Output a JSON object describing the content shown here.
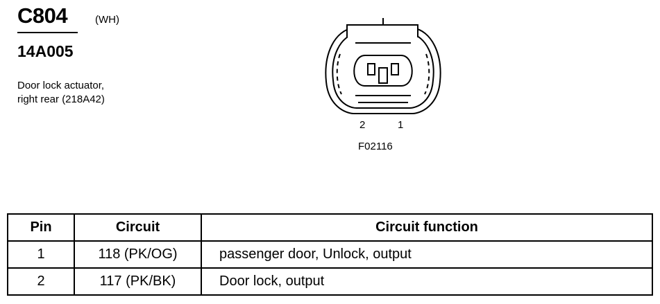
{
  "connector": {
    "id": "C804",
    "color": "(WH)",
    "part_number": "14A005",
    "description_lines": [
      "Door lock actuator,",
      "right rear (218A42)"
    ]
  },
  "diagram": {
    "pin_labels": [
      "2",
      "1"
    ],
    "figure_id": "F02116"
  },
  "table": {
    "headers": [
      "Pin",
      "Circuit",
      "Circuit function"
    ],
    "rows": [
      [
        "1",
        "118 (PK/OG)",
        "passenger door, Unlock, output"
      ],
      [
        "2",
        "117 (PK/BK)",
        "Door lock, output"
      ]
    ]
  }
}
